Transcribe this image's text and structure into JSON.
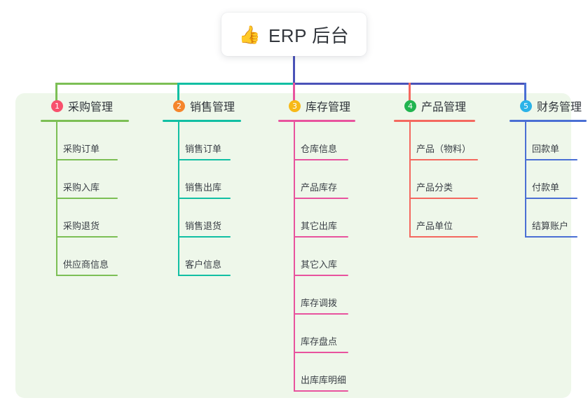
{
  "diagram": {
    "type": "mindmap",
    "root": {
      "icon": "thumbs-up-icon",
      "emoji": "👍",
      "title": "ERP 后台"
    },
    "palette": {
      "panel_bg": "#eef7ea",
      "root_connector": "#4a52b8",
      "bus_segment_left": "#7cbf55",
      "bus_segment_mid": "#11bfa3",
      "bus_segment_right": "#4a52b8"
    },
    "branches": [
      {
        "number": "1",
        "title": "采购管理",
        "color": "#7cbf55",
        "badge_color": "#f8516d",
        "items": [
          "采购订单",
          "采购入库",
          "采购退货",
          "供应商信息"
        ]
      },
      {
        "number": "2",
        "title": "销售管理",
        "color": "#11bfa3",
        "badge_color": "#f5852c",
        "items": [
          "销售订单",
          "销售出库",
          "销售退货",
          "客户信息"
        ]
      },
      {
        "number": "3",
        "title": "库存管理",
        "color": "#e8539e",
        "badge_color": "#f7b917",
        "items": [
          "仓库信息",
          "产品库存",
          "其它出库",
          "其它入库",
          "库存调拨",
          "库存盘点",
          "出库库明细"
        ]
      },
      {
        "number": "4",
        "title": "产品管理",
        "color": "#f4685f",
        "badge_color": "#21b450",
        "items": [
          "产品（物料）",
          "产品分类",
          "产品单位"
        ]
      },
      {
        "number": "5",
        "title": "财务管理",
        "color": "#4a6fd4",
        "badge_color": "#2bb3e8",
        "items": [
          "回款单",
          "付款单",
          "结算账户"
        ]
      }
    ]
  }
}
